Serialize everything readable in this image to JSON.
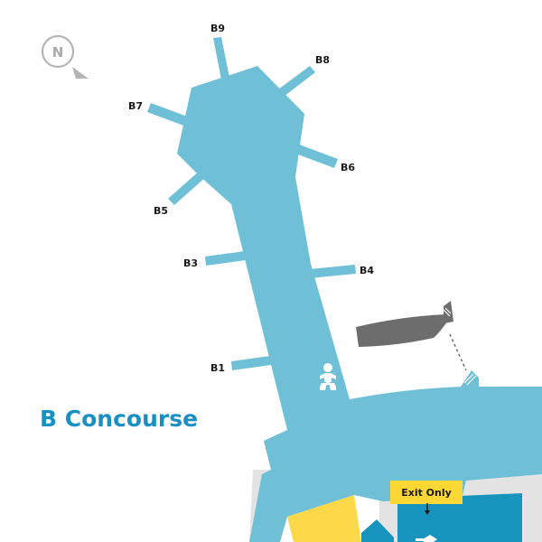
{
  "title": "B Concourse",
  "compass": {
    "letter": "N"
  },
  "gates": {
    "b1": "B1",
    "b3": "B3",
    "b4": "B4",
    "b5": "B5",
    "b6": "B6",
    "b7": "B7",
    "b8": "B8",
    "b9": "B9"
  },
  "exit_sign": {
    "label": "Exit Only"
  },
  "icons": {
    "compass": "north-arrow-icon",
    "family_restroom": "nursing-baby-icon",
    "people_mover_top": "escalator-icon",
    "people_mover_bottom": "escalator-icon"
  },
  "colors": {
    "concourse": "#6fbfd6",
    "title": "#1a8fc2",
    "people_mover": "#6d6d6d",
    "exit_sign": "#fdd835",
    "zone_yellow": "#fdd94a",
    "zone_blue": "#1794bd",
    "landside": "#e3e3e3"
  }
}
